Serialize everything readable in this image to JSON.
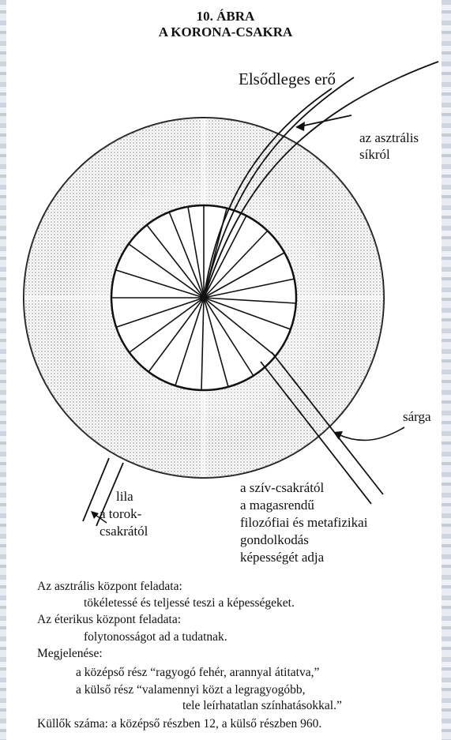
{
  "figure": {
    "number": "10. ÁBRA",
    "title": "A KORONA-CSAKRA"
  },
  "labels": {
    "primary_force": "Elsődleges erő",
    "astral_line1": "az asztrális",
    "astral_line2": "síkról",
    "yellow": "sárga",
    "heart_line1": "a szív-csakrától",
    "heart_line2": "a magasrendű",
    "heart_line3": "filozófiai és metafizikai",
    "heart_line4": "gondolkodás",
    "heart_line5": "képességét adja",
    "purple_line1": "lila",
    "purple_line2": "a torok-",
    "purple_line3": "csakrától"
  },
  "caption": {
    "astral_heading": "Az asztrális központ feladata:",
    "astral_text": "tökéletessé és teljessé teszi a képességeket.",
    "etheric_heading": "Az éterikus központ feladata:",
    "etheric_text": "folytonosságot ad a tudatnak.",
    "appearance_heading": "Megjelenése:",
    "appearance_line1": "a középső rész “ragyogó fehér, arannyal átitatva,”",
    "appearance_line2": "a külső rész “valamennyi közt a legragyogóbb,",
    "appearance_line3": "tele leírhatatlan színhatásokkal.”",
    "spokes": "Küllők száma: a középső részben 12, a külső részben 960."
  }
}
